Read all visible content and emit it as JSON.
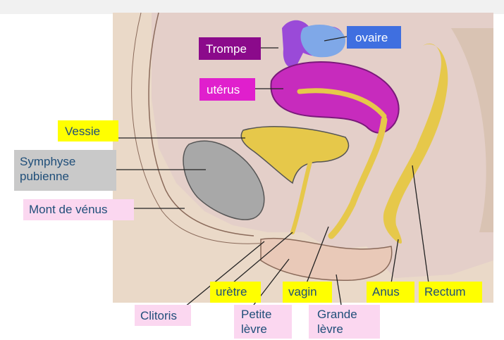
{
  "colors": {
    "trompe_bg": "#8b0a8b",
    "ovaire_bg": "#3f6fe0",
    "uterus_bg": "#e01fcd",
    "uterus_tissue": "#c72bbd",
    "tube_purple": "#9a4ad8",
    "ovary_blue": "#7fa8e8",
    "yellow_organ": "#e6c84a",
    "tissue_beige": "#ead9c8",
    "tissue_pink": "#e4cfc9",
    "bone_gray": "#a8a8a8",
    "label_yellow": "#ffff00",
    "label_pink": "#fbd7f0",
    "label_gray": "#c9c9c9",
    "label_text": "#1f4e79"
  },
  "labels": {
    "trompe": "Trompe",
    "ovaire": "ovaire",
    "uterus": "utérus",
    "vessie": "Vessie",
    "symphyse_1": "Symphyse",
    "symphyse_2": "pubienne",
    "mont": "Mont de vénus",
    "uretre": "urètre",
    "vagin": "vagin",
    "anus": "Anus",
    "rectum": "Rectum",
    "clitoris": "Clitoris",
    "petite_1": "Petite",
    "petite_2": "lèvre",
    "grande_1": "Grande",
    "grande_2": "lèvre"
  }
}
